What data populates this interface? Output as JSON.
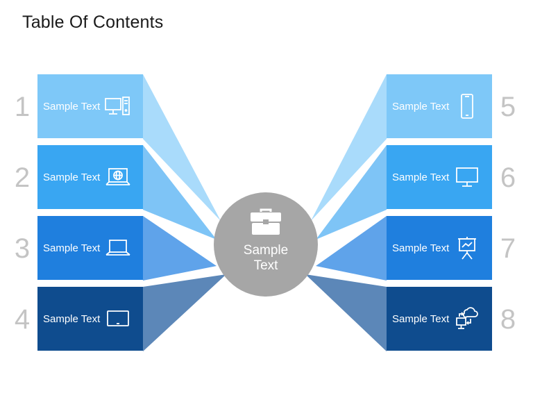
{
  "title": "Table Of Contents",
  "hub": {
    "label": "Sample\nText",
    "icon": "briefcase-icon",
    "color": "#a6a6a6"
  },
  "items": [
    {
      "num": "1",
      "label": "Sample Text",
      "icon": "desktop-computer-icon",
      "color": "#7ec8f8"
    },
    {
      "num": "2",
      "label": "Sample Text",
      "icon": "laptop-globe-icon",
      "color": "#39a6f2"
    },
    {
      "num": "3",
      "label": "Sample Text",
      "icon": "laptop-icon",
      "color": "#1f7fde"
    },
    {
      "num": "4",
      "label": "Sample Text",
      "icon": "tablet-icon",
      "color": "#0f4c8e"
    },
    {
      "num": "5",
      "label": "Sample Text",
      "icon": "smartphone-icon",
      "color": "#7ec8f8"
    },
    {
      "num": "6",
      "label": "Sample Text",
      "icon": "monitor-icon",
      "color": "#39a6f2"
    },
    {
      "num": "7",
      "label": "Sample Text",
      "icon": "presentation-board-icon",
      "color": "#1f7fde"
    },
    {
      "num": "8",
      "label": "Sample Text",
      "icon": "cloud-sync-icon",
      "color": "#0f4c8e"
    }
  ]
}
